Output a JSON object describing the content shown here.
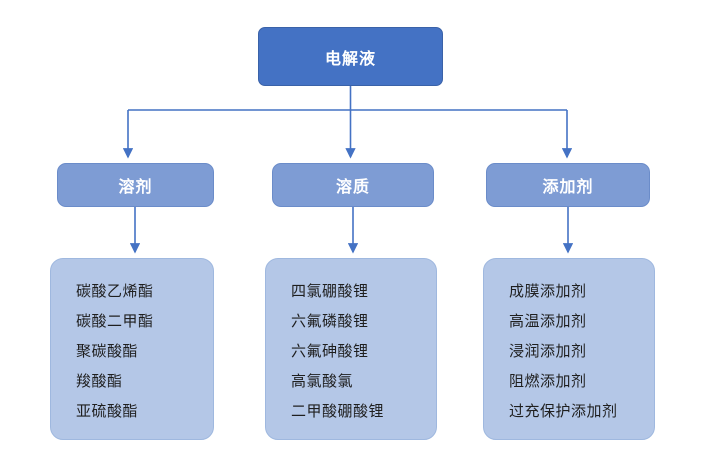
{
  "diagram": {
    "root": {
      "label": "电解液"
    },
    "branches": [
      {
        "label": "溶剂",
        "items": [
          "碳酸乙烯酯",
          "碳酸二甲酯",
          "聚碳酸酯",
          "羧酸酯",
          "亚硫酸酯"
        ]
      },
      {
        "label": "溶质",
        "items": [
          "四氯硼酸锂",
          "六氟磷酸锂",
          "六氟砷酸锂",
          "高氯酸氯",
          "二甲酸硼酸锂"
        ]
      },
      {
        "label": "添加剂",
        "items": [
          "成膜添加剂",
          "高温添加剂",
          "浸润添加剂",
          "阻燃添加剂",
          "过充保护添加剂"
        ]
      }
    ],
    "colors": {
      "root_fill": "#4472C4",
      "root_border": "#3A62A8",
      "root_text": "#FFFFFF",
      "branch_fill": "#7E9CD4",
      "branch_border": "#6B8CC9",
      "branch_text": "#FFFFFF",
      "leaf_fill": "#B4C7E7",
      "leaf_border": "#9FB8DF",
      "leaf_text": "#1F1F1F",
      "connector": "#4472C4"
    }
  }
}
